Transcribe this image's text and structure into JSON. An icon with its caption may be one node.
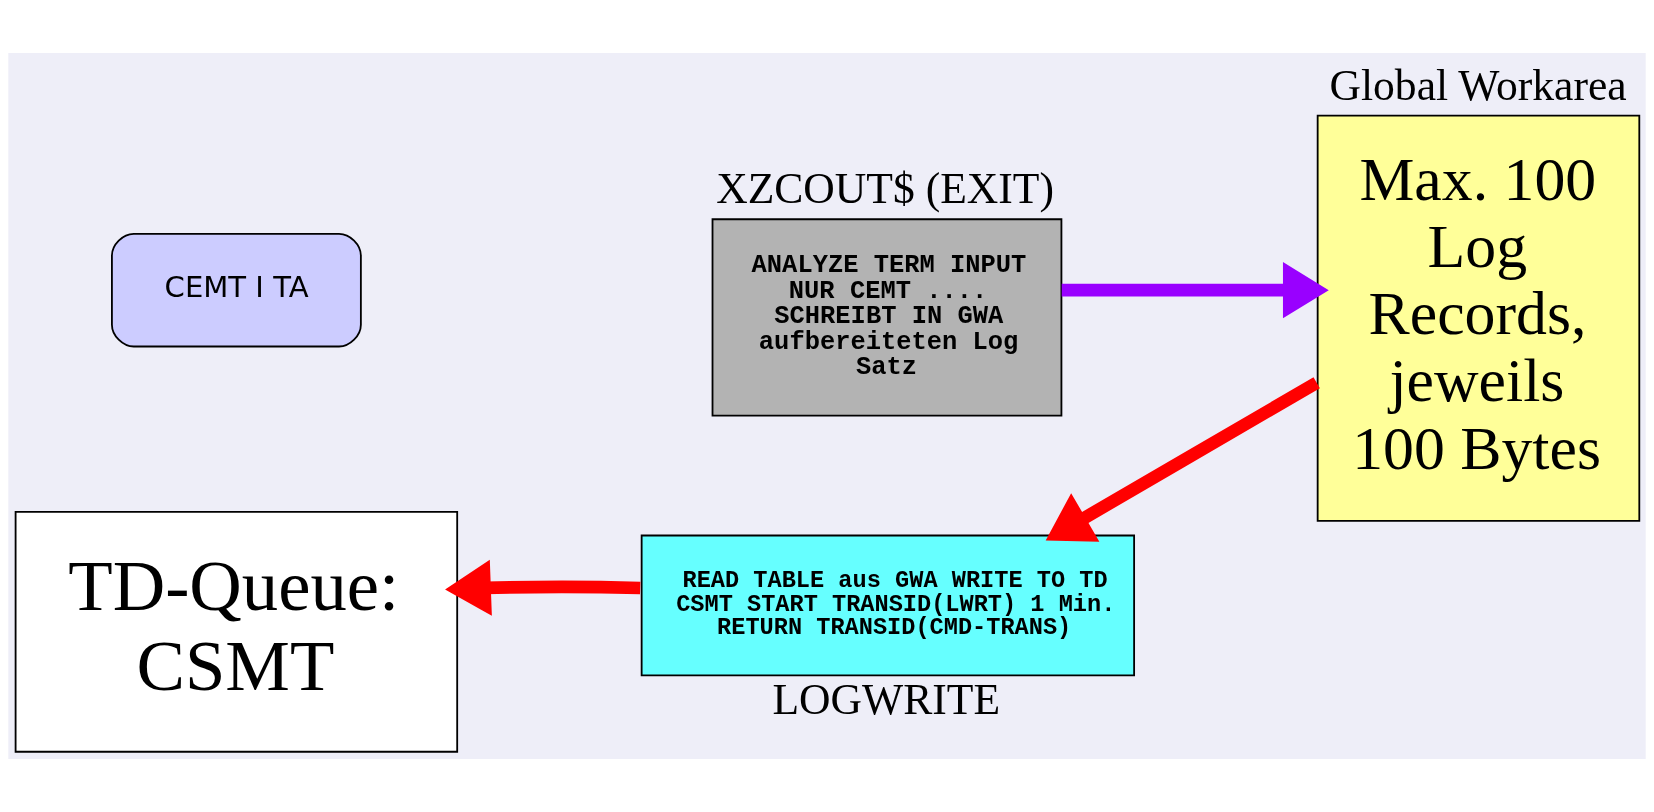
{
  "diagram": {
    "nodes": [
      {
        "text": [
          "CEMT I TA"
        ]
      },
      {
        "text": [
          "XZCOUT$ (EXIT)",
          "ANALYZE TERM INPUT NUR CEMT .... SCHREIBT IN GWA aufbereiteten Log Satz"
        ]
      },
      {
        "text": [
          "Global Workarea",
          "Max. 100 Log Records, jeweils 100 Bytes"
        ]
      },
      {
        "text": [
          "TD-Queue: CSMT"
        ]
      },
      {
        "text": [
          "READ TABLE aus GWA WRITE TO TD CSMT START TRANSID(LWRT) 1 Min. RETURN TRANSID(CMD-TRANS)",
          "LOGWRITE"
        ]
      }
    ],
    "edges": [
      {
        "from": 1,
        "to": 2,
        "arrow": "to",
        "color": "#9900ff"
      },
      {
        "from": 2,
        "to": 4,
        "arrow": "to"
      },
      {
        "from": 4,
        "to": 3,
        "arrow": "to"
      }
    ]
  }
}
